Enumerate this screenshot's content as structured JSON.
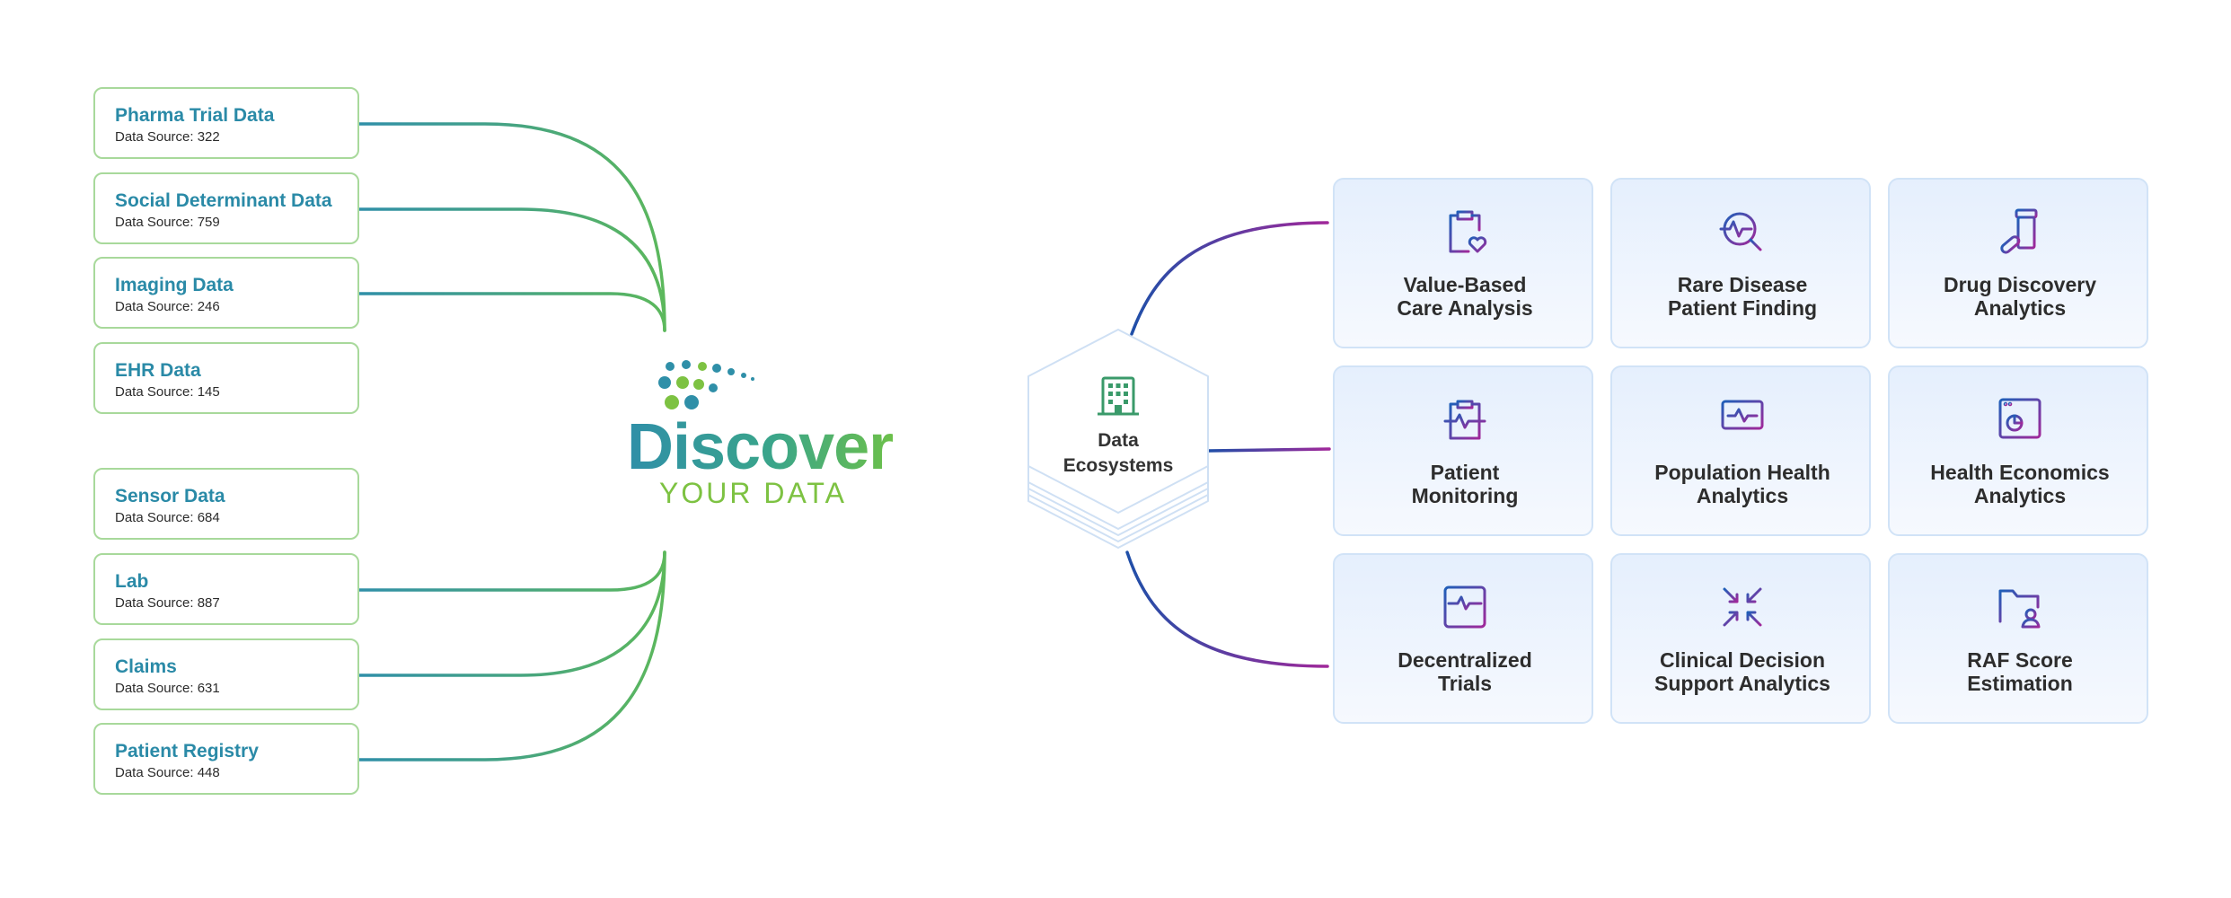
{
  "logo": {
    "line1": "Discover",
    "line2": "YOUR DATA"
  },
  "sources": [
    {
      "title": "Pharma Trial Data",
      "subtitle": "Data Source: 322"
    },
    {
      "title": "Social Determinant Data",
      "subtitle": "Data Source: 759"
    },
    {
      "title": "Imaging Data",
      "subtitle": "Data Source: 246"
    },
    {
      "title": "EHR Data",
      "subtitle": "Data Source: 145"
    },
    {
      "title": "Sensor Data",
      "subtitle": "Data Source: 684"
    },
    {
      "title": "Lab",
      "subtitle": "Data Source: 887"
    },
    {
      "title": "Claims",
      "subtitle": "Data Source: 631"
    },
    {
      "title": "Patient Registry",
      "subtitle": "Data Source: 448"
    }
  ],
  "hub": {
    "label_line1": "Data",
    "label_line2": "Ecosystems",
    "icon": "building-icon"
  },
  "use_cases": [
    {
      "line1": "Value-Based",
      "line2": "Care Analysis",
      "icon": "clipboard-heart-icon"
    },
    {
      "line1": "Rare Disease",
      "line2": "Patient Finding",
      "icon": "search-pulse-icon"
    },
    {
      "line1": "Drug Discovery",
      "line2": "Analytics",
      "icon": "pill-bottle-icon"
    },
    {
      "line1": "Patient",
      "line2": "Monitoring",
      "icon": "clipboard-pulse-icon"
    },
    {
      "line1": "Population Health",
      "line2": "Analytics",
      "icon": "monitor-pulse-icon"
    },
    {
      "line1": "Health Economics",
      "line2": "Analytics",
      "icon": "browser-chart-icon"
    },
    {
      "line1": "Decentralized",
      "line2": "Trials",
      "icon": "chart-pulse-icon"
    },
    {
      "line1": "Clinical Decision",
      "line2": "Support Analytics",
      "icon": "arrows-converge-icon"
    },
    {
      "line1": "RAF Score",
      "line2": "Estimation",
      "icon": "folder-user-icon"
    }
  ],
  "colors": {
    "source_title": "#2a8aa7",
    "source_border": "#a8d99b",
    "green_line": "#5cb85c",
    "teal_line": "#2f8fa8",
    "purple_line": "#7b2d9e",
    "card_border": "#d1e3f7",
    "icon_gradient_start": "#1f5fb8",
    "icon_gradient_end": "#a0289a"
  }
}
